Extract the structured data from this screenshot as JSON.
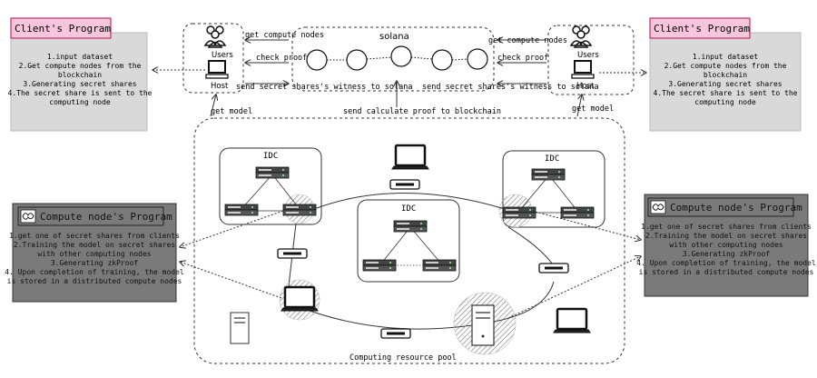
{
  "client_program": {
    "title": "Client's Program",
    "steps": [
      "1.input dataset",
      "2.Get compute nodes from the",
      "blockchain",
      "3.Generating secret shares",
      "4.The secret share is sent to the",
      "computing node"
    ]
  },
  "compute_program": {
    "title": "Compute node's Program",
    "steps": [
      "1.get one of secret shares from clients",
      "2.Training the model on secret shares",
      "with  other computing nodes",
      "3.Generating zkProof",
      "4. Upon completion of training, the model",
      "is stored in a distributed compute nodes"
    ]
  },
  "users_label": "Users",
  "host_label": "Host",
  "solana_label": "solana",
  "edges": {
    "get_compute_nodes": "get compute nodes",
    "check_proof": "check proof",
    "send_witness": "send secret shares's witness to solana",
    "send_proof": "send calculate proof to blockchain",
    "get_model": "get model"
  },
  "idc_label": "IDC",
  "pool_label": "Computing resource pool",
  "colors": {
    "client_title_bg": "#f7c6dc",
    "client_title_border": "#c0306a",
    "client_body_bg": "#d9d9d9",
    "compute_body_bg": "#7a7a7a",
    "compute_title_bg": "#555555"
  }
}
